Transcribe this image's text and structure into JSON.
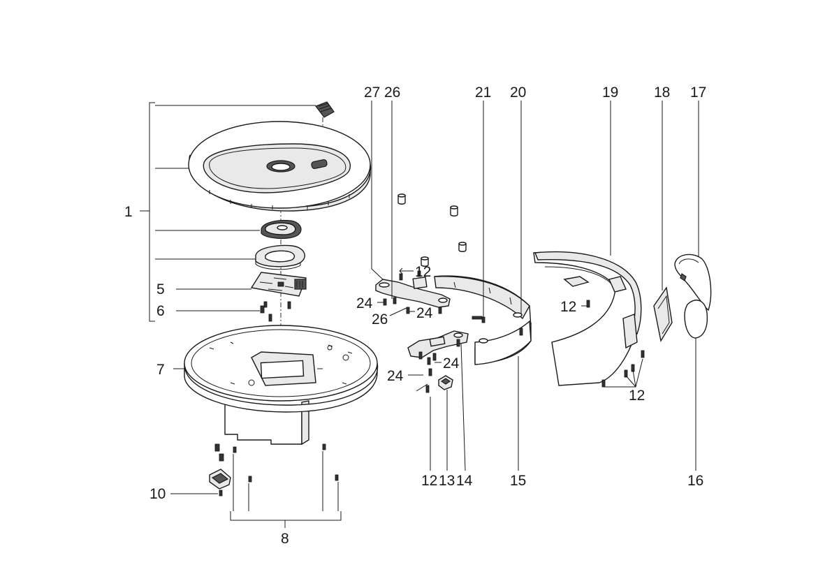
{
  "callouts": {
    "c1": "1",
    "c5": "5",
    "c6": "6",
    "c7": "7",
    "c8": "8",
    "c10": "10",
    "c27": "27",
    "c26_top": "26",
    "c21": "21",
    "c20": "20",
    "c19": "19",
    "c18": "18",
    "c17": "17",
    "c12_a": "12",
    "c12_b": "12",
    "c12_c": "12",
    "c12_bottom": "12",
    "c13": "13",
    "c14": "14",
    "c15": "15",
    "c16": "16",
    "c24_a": "24",
    "c24_b": "24",
    "c24_c": "24",
    "c24_d": "24",
    "c26_mid": "26"
  }
}
